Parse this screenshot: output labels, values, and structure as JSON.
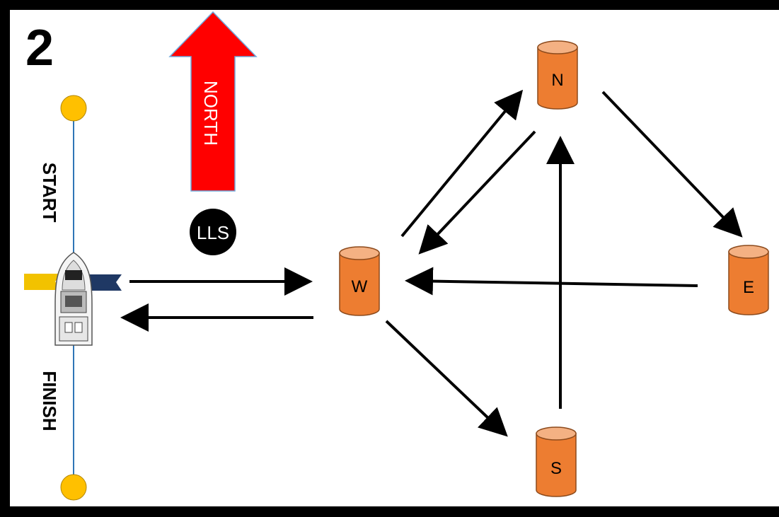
{
  "diagram": {
    "number": "2",
    "north_label": "NORTH",
    "lls_label": "LLS",
    "start_label": "START",
    "finish_label": "FINISH",
    "marks": [
      {
        "id": "N",
        "label": "N"
      },
      {
        "id": "W",
        "label": "W"
      },
      {
        "id": "E",
        "label": "E"
      },
      {
        "id": "S",
        "label": "S"
      }
    ],
    "colors": {
      "mark_fill": "#ED7D31",
      "mark_top": "#F4B183",
      "mark_stroke": "#8C4A1C",
      "north_arrow": "#FF0000",
      "buoy": "#FFC000",
      "line": "#2E75B6",
      "flag_yellow": "#F2C200",
      "flag_blue": "#1F3864"
    }
  }
}
